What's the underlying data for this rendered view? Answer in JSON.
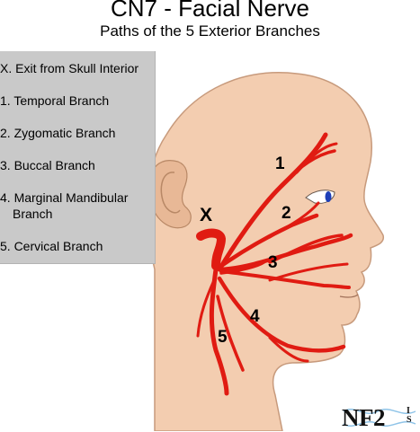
{
  "title": "CN7 - Facial Nerve",
  "subtitle": "Paths of the 5 Exterior Branches",
  "legend": [
    "X. Exit from Skull Interior",
    "1. Temporal Branch",
    "2. Zygomatic Branch",
    "3. Buccal Branch",
    "4. Marginal Mandibular Branch",
    "5. Cervical Branch"
  ],
  "legend_lines": {
    "item_4_line1": "4. Marginal Mandibular",
    "item_4_line2": "Branch"
  },
  "markers": {
    "exit": "X",
    "b1": "1",
    "b2": "2",
    "b3": "3",
    "b4": "4",
    "b5": "5"
  },
  "logo": {
    "text": "NF2",
    "suffix_top": "I",
    "suffix_bottom": "S"
  },
  "colors": {
    "skin": "#f3cdb0",
    "skin_outline": "#c79a7c",
    "nerve": "#e01b12",
    "legend_bg": "#c9c9c9",
    "eye_iris": "#1d3fb8"
  }
}
